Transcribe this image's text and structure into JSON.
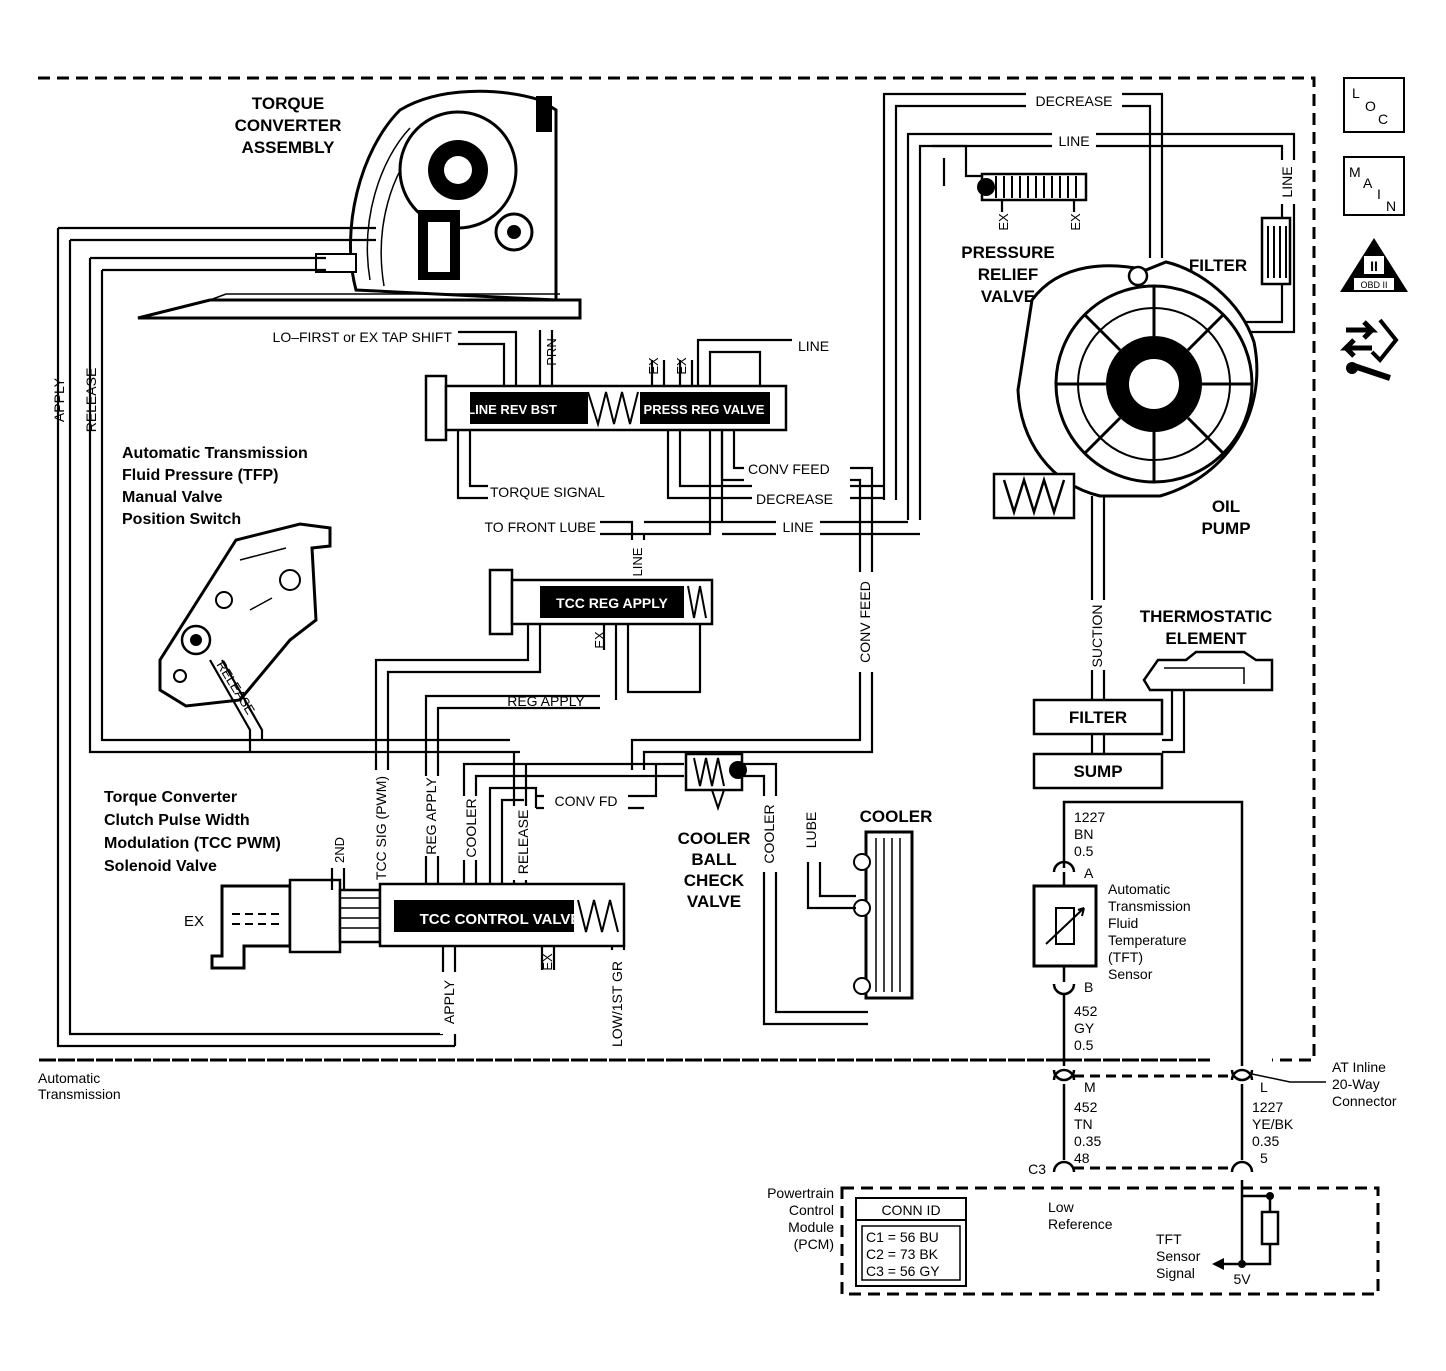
{
  "icons": {
    "loc": "LOC",
    "main": "MAIN",
    "obd_numeral": "II",
    "obd_text": "OBD II",
    "loc_letters": [
      "L",
      "O",
      "C"
    ],
    "main_letters": [
      "M",
      "A",
      "I",
      "N"
    ]
  },
  "components": {
    "torque_converter": [
      "TORQUE",
      "CONVERTER",
      "ASSEMBLY"
    ],
    "pressure_relief": [
      "PRESSURE",
      "RELIEF",
      "VALVE"
    ],
    "filter_top": "FILTER",
    "oil_pump": [
      "OIL",
      "PUMP"
    ],
    "tfp_switch": [
      "Automatic Transmission",
      "Fluid Pressure (TFP)",
      "Manual Valve",
      "Position Switch"
    ],
    "thermostatic": [
      "THERMOSTATIC",
      "ELEMENT"
    ],
    "filter_box": "FILTER",
    "sump_box": "SUMP",
    "tcc_pwm": [
      "Torque Converter",
      "Clutch Pulse Width",
      "Modulation (TCC PWM)",
      "Solenoid Valve"
    ],
    "cooler_check": [
      "COOLER",
      "BALL",
      "CHECK",
      "VALVE"
    ],
    "cooler": "COOLER",
    "auto_trans": [
      "Automatic",
      "Transmission"
    ],
    "at_inline": [
      "AT Inline",
      "20-Way",
      "Connector"
    ],
    "pcm": [
      "Powertrain",
      "Control",
      "Module",
      "(PCM)"
    ],
    "tft_sensor": [
      "Automatic",
      "Transmission",
      "Fluid",
      "Temperature",
      "(TFT)",
      "Sensor"
    ]
  },
  "valves": {
    "line_rev_bst": "LINE REV BST",
    "press_reg": "PRESS REG VALVE",
    "tcc_reg_apply": "TCC REG APPLY",
    "tcc_control": "TCC CONTROL VALVE"
  },
  "passages": {
    "decrease_top": "DECREASE",
    "line_top": "LINE",
    "line_right": "LINE",
    "ex1": "EX",
    "ex2": "EX",
    "lo_first": "LO–FIRST or EX TAP SHIFT",
    "prn": "PRN",
    "ex_a": "EX",
    "ex_b": "EX",
    "line_prv": "LINE",
    "apply_left": "APPLY",
    "release_left": "RELEASE",
    "torque_signal": "TORQUE SIGNAL",
    "conv_feed": "CONV FEED",
    "decrease_mid": "DECREASE",
    "to_front_lube": "TO FRONT LUBE",
    "line_mid": "LINE",
    "line_vert": "LINE",
    "ex_reg": "EX",
    "conv_feed_vert": "CONV FEED",
    "release_sw": "RELEASE",
    "reg_apply": "REG APPLY",
    "tcc_sig": "TCC SIG (PWM)",
    "reg_apply_vert": "REG APPLY",
    "cooler_vert": "COOLER",
    "release_vert": "RELEASE",
    "conv_fd": "CONV FD",
    "two_nd": "2ND",
    "ex_sol": "EX",
    "ex_ctrl": "EX",
    "apply_bottom": "APPLY",
    "low_1st": "LOW/1ST GR",
    "cooler_line": "COOLER",
    "lube": "LUBE",
    "suction": "SUCTION"
  },
  "wiring": {
    "w1": [
      "1227",
      "BN",
      "0.5"
    ],
    "pin_a": "A",
    "pin_b": "B",
    "w2": [
      "452",
      "GY",
      "0.5"
    ],
    "pin_m": "M",
    "w3": [
      "452",
      "TN",
      "0.35",
      "48"
    ],
    "pin_l": "L",
    "w4": [
      "1227",
      "YE/BK",
      "0.35",
      "5"
    ],
    "c3": "C3",
    "low_ref": [
      "Low",
      "Reference"
    ],
    "tft_signal": [
      "TFT",
      "Sensor",
      "Signal"
    ],
    "five_v": "5V"
  },
  "conn_table": {
    "header": "CONN ID",
    "rows": [
      "C1 = 56 BU",
      "C2 = 73 BK",
      "C3 = 56 GY"
    ]
  }
}
